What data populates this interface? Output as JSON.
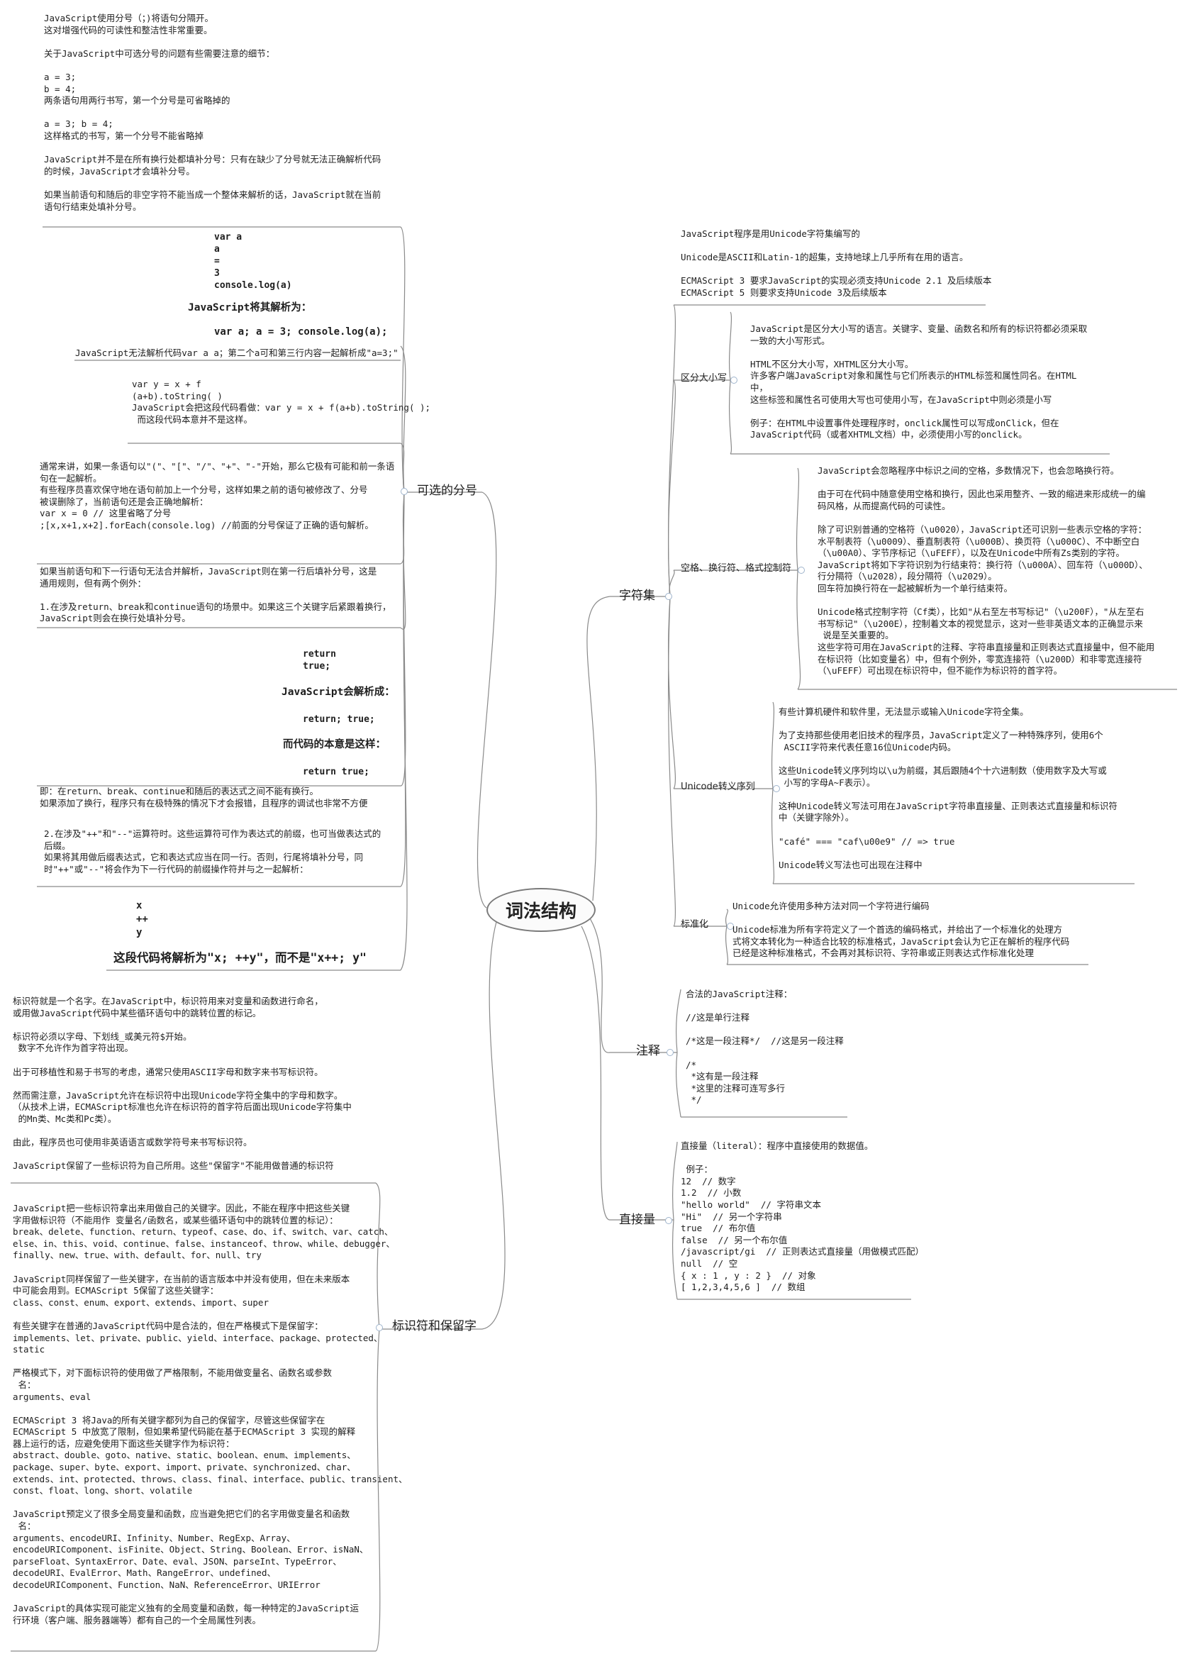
{
  "root": "词法结构",
  "branches": {
    "optional_semicolon": {
      "label": "可选的分号",
      "blocks": {
        "intro": "JavaScript使用分号（；)将语句分隔开。\n这对增强代码的可读性和整洁性非常重要。\n\n关于JavaScript中可选分号的问题有些需要注意的细节：\n\na = 3;\nb = 4;\n两条语句用两行书写，第一个分号是可省略掉的\n\na = 3; b = 4;\n这样格式的书写，第一个分号不能省略掉\n\nJavaScript并不是在所有换行处都填补分号：只有在缺少了分号就无法正确解析代码\n的时候，JavaScript才会填补分号。\n\n如果当前语句和随后的非空字符不能当成一个整体来解析的话，JavaScript就在当前\n语句行结束处填补分号。",
        "code1": "var a\na\n=\n3\nconsole.log(a)",
        "parse_note1": "JavaScript将其解析为：",
        "code2": "var a; a = 3; console.log(a);",
        "cannot_parse": "JavaScript无法解析代码var a a；第二个a可和第三行内容一起解析成\"a=3;\"",
        "example2": "var y = x + f\n(a+b).toString( )\nJavaScript会把这段代码看做：var y = x + f(a+b).toString( );\n 而这段代码本意并不是这样。",
        "paren_case": "通常来讲，如果一条语句以\"(\"、\"[\"、\"/\"、\"+\"、\"-\"开始，那么它极有可能和前一条语\n句在一起解析。\n有些程序员喜欢保守地在语句前加上一个分号，这样如果之前的语句被修改了、分号\n被误删除了，当前语句还是会正确地解析：\nvar x = 0 // 这里省略了分号\n;[x,x+1,x+2].forEach(console.log) //前面的分号保证了正确的语句解析。",
        "exceptions": "如果当前语句和下一行语句无法合并解析，JavaScript则在第一行后填补分号，这是\n通用规则，但有两个例外：\n\n1.在涉及return、break和continue语句的场景中。如果这三个关键字后紧跟着换行，\nJavaScript则会在换行处填补分号。",
        "code3": "return\ntrue;",
        "parse_note2": "JavaScript会解析成：",
        "code4": "return; true;",
        "intent_note": "而代码的本意是这样：",
        "code5": "return true;",
        "return_note": "即：在return、break、continue和随后的表达式之间不能有换行。\n如果添加了换行，程序只有在极特殊的情况下才会报错，且程序的调试也非常不方便",
        "incdec": "2.在涉及\"++\"和\"--\"运算符时。这些运算符可作为表达式的前缀，也可当做表达式的\n后缀。\n如果将其用做后缀表达式，它和表达式应当在同一行。否则，行尾将填补分号，同\n时\"++\"或\"--\"将会作为下一行代码的前缀操作符并与之一起解析：",
        "code6": "x\n++\ny",
        "final_note": "这段代码将解析为\"x; ++y\"，而不是\"x++; y\""
      }
    },
    "identifiers": {
      "label": "标识符和保留字",
      "blocks": {
        "intro": "标识符就是一个名字。在JavaScript中，标识符用来对变量和函数进行命名，\n或用做JavaScript代码中某些循环语句中的跳转位置的标记。\n\n标识符必须以字母、下划线_或美元符$开始。\n 数字不允许作为首字符出现。\n\n出于可移植性和易于书写的考虑，通常只使用ASCII字母和数字来书写标识符。\n\n然而需注意，JavaScript允许在标识符中出现Unicode字符全集中的字母和数字。\n（从技术上讲，ECMAScript标准也允许在标识符的首字符后面出现Unicode字符集中\n 的Mn类、Mc类和Pc类）。\n\n由此，程序员也可使用非英语语言或数学符号来书写标识符。\n\nJavaScript保留了一些标识符为自己所用。这些\"保留字\"不能用做普通的标识符",
        "reserved": "JavaScript把一些标识符拿出来用做自己的关键字。因此，不能在程序中把这些关键\n字用做标识符（不能用作 变量名/函数名，或某些循环语句中的跳转位置的标记）：\nbreak、delete、function、return、typeof、case、do、if、switch、var、catch、\nelse、in、this、void、continue、false、instanceof、throw、while、debugger、\nfinally、new、true、with、default、for、null、try\n\nJavaScript同样保留了一些关键字，在当前的语言版本中并没有使用，但在未来版本\n中可能会用到。ECMAScript 5保留了这些关键字：\nclass、const、enum、export、extends、import、super\n\n有些关键字在普通的JavaScript代码中是合法的，但在严格模式下是保留字：\nimplements、let、private、public、yield、interface、package、protected、\nstatic\n\n严格模式下，对下面标识符的使用做了严格限制，不能用做变量名、函数名或参数\n 名：\narguments、eval\n\nECMAScript 3 将Java的所有关键字都列为自己的保留字，尽管这些保留字在\nECMAScript 5 中放宽了限制，但如果希望代码能在基于ECMAScript 3 实现的解释\n器上运行的话，应避免使用下面这些关键字作为标识符：\nabstract、double、goto、native、static、boolean、enum、implements、\npackage、super、byte、export、import、private、synchronized、char、\nextends、int、protected、throws、class、final、interface、public、transient、\nconst、float、long、short、volatile\n\nJavaScript预定义了很多全局变量和函数，应当避免把它们的名字用做变量名和函数\n 名：\narguments、encodeURI、Infinity、Number、RegExp、Array、\nencodeURIComponent、isFinite、Object、String、Boolean、Error、isNaN、\nparseFloat、SyntaxError、Date、eval、JSON、parseInt、TypeError、\ndecodeURI、EvalError、Math、RangeError、undefined、\ndecodeURIComponent、Function、NaN、ReferenceError、URIError\n\nJavaScript的具体实现可能定义独有的全局变量和函数，每一种特定的JavaScript运\n行环境（客户端、服务器端等）都有自己的一个全局属性列表。"
      }
    },
    "charset": {
      "label": "字符集",
      "intro": "JavaScript程序是用Unicode字符集编写的\n\nUnicode是ASCII和Latin-1的超集，支持地球上几乎所有在用的语言。\n\nECMAScript 3 要求JavaScript的实现必须支持Unicode 2.1 及后续版本\nECMAScript 5 则要求支持Unicode 3及后续版本",
      "subs": {
        "case": {
          "label": "区分大小写",
          "text": "JavaScript是区分大小写的语言。关键字、变量、函数名和所有的标识符都必须采取\n一致的大小写形式。\n\nHTML不区分大小写，XHTML区分大小写。\n许多客户端JavaScript对象和属性与它们所表示的HTML标签和属性同名。在HTML\n中，\n这些标签和属性名可使用大写也可使用小写，在JavaScript中则必须是小写\n\n例子：在HTML中设置事件处理程序时，onclick属性可以写成onClick，但在\nJavaScript代码（或者XHTML文档）中，必须使用小写的onclick。"
        },
        "whitespace": {
          "label": "空格、换行符、格式控制符",
          "text": "JavaScript会忽略程序中标识之间的空格，多数情况下，也会忽略换行符。\n\n由于可在代码中随意使用空格和换行，因此也采用整齐、一致的缩进来形成统一的编\n码风格，从而提高代码的可读性。\n\n除了可识别普通的空格符（\\u0020），JavaScript还可识别一些表示空格的字符：\n水平制表符（\\u0009）、垂直制表符（\\u000B）、换页符（\\u000C）、不中断空白\n（\\u00A0）、字节序标记（\\uFEFF），以及在Unicode中所有Zs类别的字符。\nJavaScript将如下字符识别为行结束符：换行符（\\u000A）、回车符（\\u000D）、\n行分隔符（\\u2028），段分隔符（\\u2029）。\n回车符加换行符在一起被解析为一个单行结束符。\n\nUnicode格式控制字符（Cf类），比如\"从右至左书写标记\"（\\u200F），\"从左至右\n书写标记\"（\\u200E），控制着文本的视觉显示，这对一些非英语文本的正确显示来\n 说是至关重要的。\n这些字符可用在JavaScript的注释、字符串直接量和正则表达式直接量中，但不能用\n在标识符（比如变量名）中，但有个例外，零宽连接符（\\u200D）和非零宽连接符\n（\\uFEFF）可出现在标识符中，但不能作为标识符的首字符。"
        },
        "escape": {
          "label": "Unicode转义序列",
          "text": "有些计算机硬件和软件里，无法显示或输入Unicode字符全集。\n\n为了支持那些使用老旧技术的程序员，JavaScript定义了一种特殊序列，使用6个\n ASCII字符来代表任意16位Unicode内码。\n\n这些Unicode转义序列均以\\u为前缀，其后跟随4个十六进制数（使用数字及大写或\n 小写的字母A~F表示）。\n\n这种Unicode转义写法可用在JavaScript字符串直接量、正则表达式直接量和标识符\n中（关键字除外）。\n\n\"café\" === \"caf\\u00e9\" // => true\n\nUnicode转义写法也可出现在注释中"
        },
        "normalize": {
          "label": "标准化",
          "text": "Unicode允许使用多种方法对同一个字符进行编码\n\nUnicode标准为所有字符定义了一个首选的编码格式，并给出了一个标准化的处理方\n式将文本转化为一种适合比较的标准格式，JavaScript会认为它正在解析的程序代码\n已经是这种标准格式，不会再对其标识符、字符串或正则表达式作标准化处理"
        }
      }
    },
    "comments": {
      "label": "注释",
      "text": "合法的JavaScript注释：\n\n//这是单行注释\n\n/*这是一段注释*/  //这是另一段注释\n\n/*\n *这有是一段注释\n *这里的注释可连写多行\n */"
    },
    "literals": {
      "label": "直接量",
      "text": "直接量（literal）：程序中直接使用的数据值。\n\n 例子：\n12  // 数字\n1.2  // 小数\n\"hello world\"  // 字符串文本\n\"Hi\"  // 另一个字符串\ntrue  // 布尔值\nfalse  // 另一个布尔值\n/javascript/gi  // 正则表达式直接量（用做模式匹配）\nnull  // 空\n{ x : 1 , y : 2 }  // 对象\n[ 1,2,3,4,5,6 ]  // 数组"
    }
  },
  "colors": {
    "line": "#8a8a8a",
    "toggle": "#9fb4cc",
    "text": "#1e1e1e"
  }
}
